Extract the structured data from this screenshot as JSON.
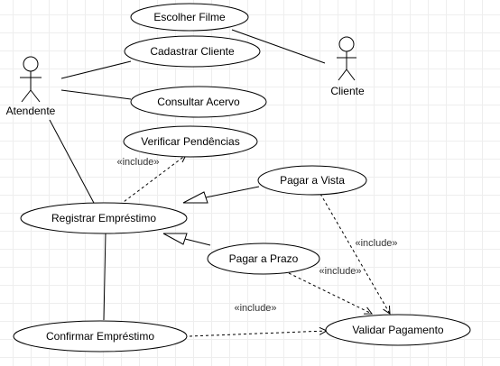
{
  "actors": {
    "atendente": "Atendente",
    "cliente": "Cliente"
  },
  "use_cases": {
    "escolher_filme": "Escolher Filme",
    "cadastrar_cliente": "Cadastrar Cliente",
    "consultar_acervo": "Consultar Acervo",
    "verificar_pendencias": "Verificar Pendências",
    "pagar_a_vista": "Pagar a Vista",
    "registrar_emprestimo": "Registrar Empréstimo",
    "pagar_a_prazo": "Pagar a Prazo",
    "confirmar_emprestimo": "Confirmar Empréstimo",
    "validar_pagamento": "Validar Pagamento"
  },
  "stereotypes": {
    "include": "«include»"
  }
}
